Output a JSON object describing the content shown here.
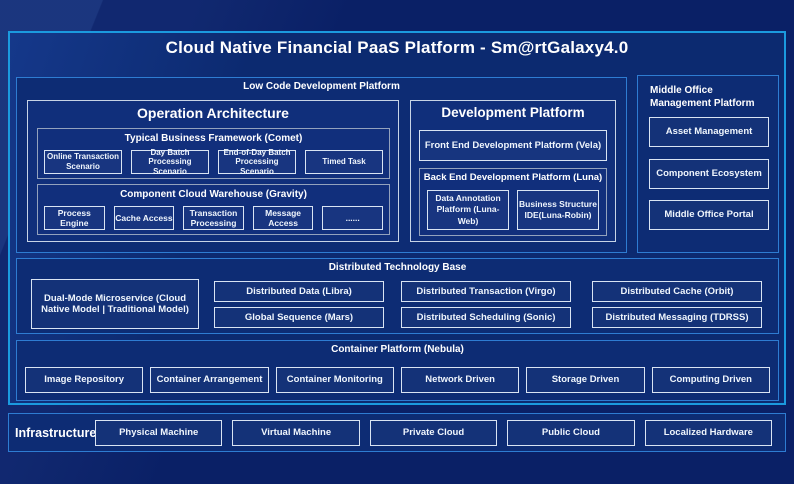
{
  "page": {
    "title": "Cloud Native Financial PaaS Platform - Sm@rtGalaxy4.0"
  },
  "low_code": {
    "label": "Low Code Development Platform",
    "operation_architecture": {
      "title": "Operation Architecture",
      "typical_business": {
        "title": "Typical Business Framework (Comet)",
        "items": [
          "Online Transaction Scenario",
          "Day Batch Processing Scenario",
          "End-of-Day Batch Processing Scenario",
          "Timed Task"
        ]
      },
      "component_cloud": {
        "title": "Component Cloud Warehouse (Gravity)",
        "items": [
          "Process Engine",
          "Cache Access",
          "Transaction Processing",
          "Message Access",
          "......"
        ]
      }
    },
    "development_platform": {
      "title": "Development Platform",
      "front_end": "Front End Development Platform (Vela)",
      "back_end": {
        "title": "Back End Development Platform (Luna)",
        "items": [
          "Data Annotation Platform (Luna-Web)",
          "Business Structure IDE(Luna-Robin)"
        ]
      }
    }
  },
  "middle_office": {
    "title": "Middle Office Management Platform",
    "items": [
      "Asset Management",
      "Component Ecosystem",
      "Middle Office Portal"
    ]
  },
  "distributed": {
    "title": "Distributed Technology Base",
    "dual_mode": "Dual-Mode Microservice (Cloud Native Model | Traditional Model)",
    "items": [
      "Distributed Data (Libra)",
      "Global Sequence (Mars)",
      "Distributed Transaction (Virgo)",
      "Distributed Scheduling (Sonic)",
      "Distributed Cache (Orbit)",
      "Distributed Messaging (TDRSS)"
    ]
  },
  "container_platform": {
    "title": "Container Platform (Nebula)",
    "items": [
      "Image Repository",
      "Container Arrangement",
      "Container Monitoring",
      "Network Driven",
      "Storage Driven",
      "Computing Driven"
    ]
  },
  "infrastructure": {
    "label": "Infrastructure",
    "items": [
      "Physical Machine",
      "Virtual Machine",
      "Private Cloud",
      "Public Cloud",
      "Localized Hardware"
    ]
  },
  "colors": {
    "page_background": "#0a2066",
    "frame_border": "#1b9adf",
    "section_border": "#2e7cd2",
    "section_fill": "#0d2c74",
    "leaf_border": "#d9e4f3",
    "text": "#ffffff"
  }
}
